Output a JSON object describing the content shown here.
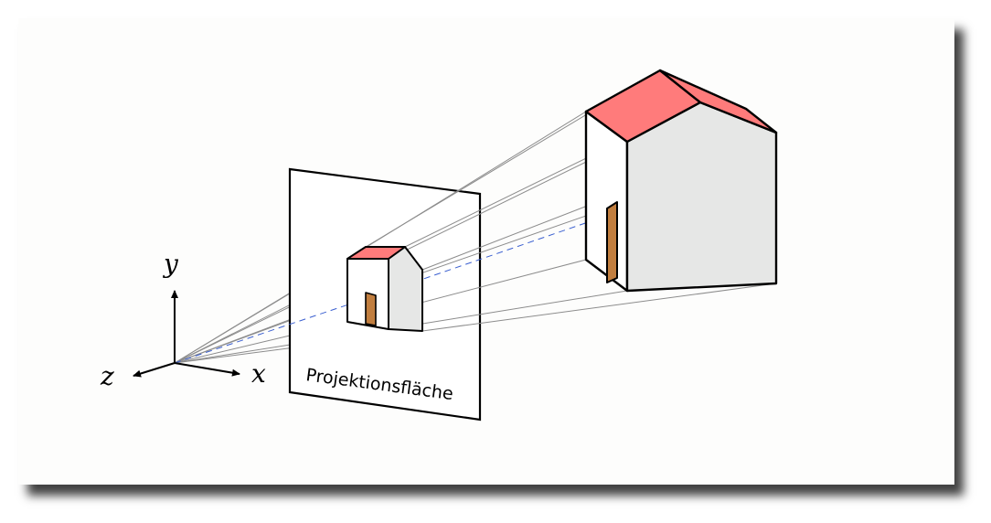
{
  "labels": {
    "y_axis": "y",
    "x_axis": "x",
    "z_axis": "z",
    "projection_plane": "Projektionsfläche"
  },
  "colors": {
    "roof": "#ff7b7b",
    "wall_side": "#e6e7e6",
    "wall_front": "#ffffff",
    "door": "#c17e3f",
    "projector_line": "#8c8c8c",
    "door_projector_line": "#3a5fd0",
    "card_background": "#fdfdfc"
  }
}
